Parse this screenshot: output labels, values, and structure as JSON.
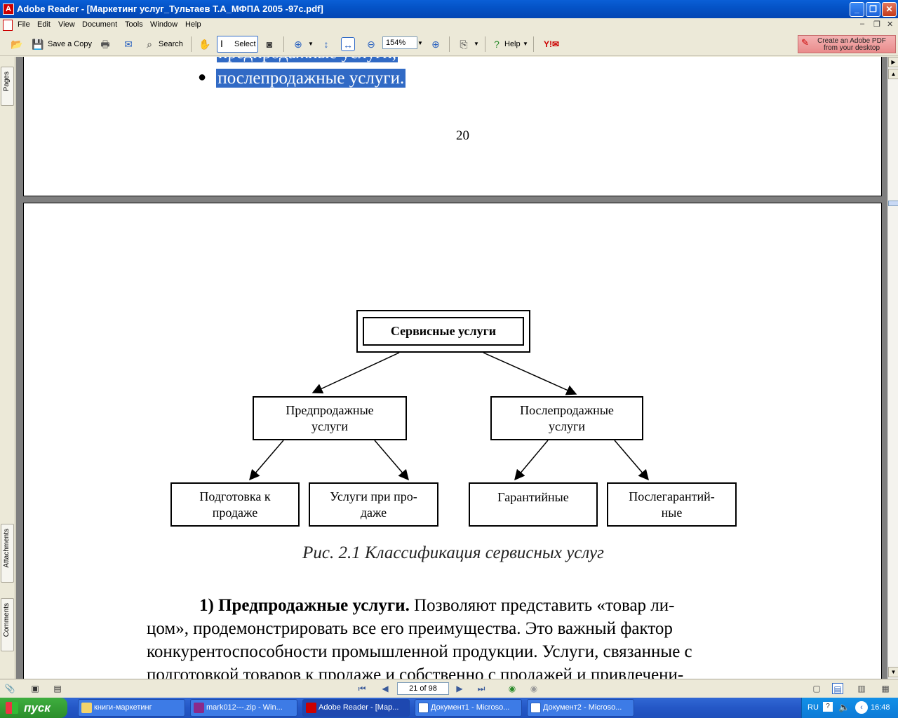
{
  "window": {
    "title": "Adobe Reader - [Маркетинг услуг_Тультаев Т.А_МФПА 2005 -97с.pdf]",
    "app_icon": "adobe-reader-icon"
  },
  "menu": [
    "File",
    "Edit",
    "View",
    "Document",
    "Tools",
    "Window",
    "Help"
  ],
  "toolbar": {
    "save_copy": "Save a Copy",
    "search": "Search",
    "select": "Select",
    "zoom": "154%",
    "help": "Help",
    "create_pdf_line1": "Create an Adobe PDF",
    "create_pdf_line2": "from your desktop"
  },
  "nav_tabs": {
    "pages": "Pages",
    "attachments": "Attachments",
    "comments": "Comments"
  },
  "document": {
    "prev_page": {
      "bullet_1": "предпродажные услуги,",
      "bullet_2": "послепродажные услуги.",
      "page_number": "20"
    },
    "diagram": {
      "root": "Сервисные услуги",
      "left": [
        "Предпродажные",
        "услуги"
      ],
      "right": [
        "Послепродажные",
        "услуги"
      ],
      "leaf_1": [
        "Подготовка к",
        "продаже"
      ],
      "leaf_2": [
        "Услуги при про-",
        "даже"
      ],
      "leaf_3": "Гарантийные",
      "leaf_4": [
        "Послегарантий-",
        "ные"
      ]
    },
    "caption": "Рис. 2.1 Классификация сервисных услуг",
    "para_lines": [
      "цом», продемонстрировать все его преимущества. Это важный фактор",
      "конкурентоспособности промышленной продукции. Услуги, связанные с",
      "подготовкой товаров к продаже и собственно с продажей и привлечени-"
    ],
    "para_bold": "1) Предпродажные услуги.",
    "para_first_rest": "Позволяют представить «товар ли-"
  },
  "statusbar": {
    "page_indicator": "21 of 98"
  },
  "taskbar": {
    "start": "пуск",
    "tasks": [
      "книги-маркетинг",
      "mark012---.zip - Win...",
      "Adobe Reader - [Мар...",
      "Документ1 - Microso...",
      "Документ2 - Microso..."
    ],
    "lang": "RU",
    "clock": "16:48"
  }
}
